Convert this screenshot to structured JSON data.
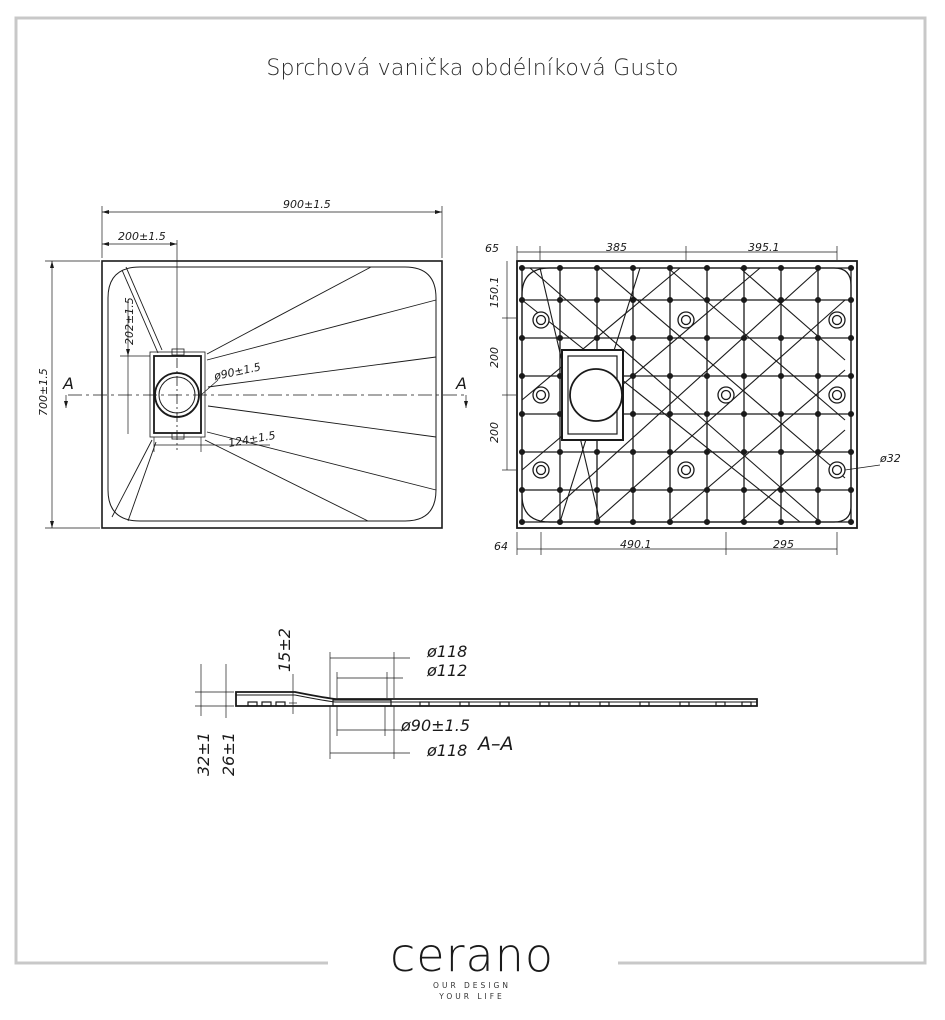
{
  "title": "Sprchová vanička obdélníková Gusto",
  "top_view": {
    "width": "900±1.5",
    "drain_offset_x": "200±1.5",
    "height": "700±1.5",
    "drain_offset_y": "202±1.5",
    "drain_diameter": "ø90±1.5",
    "drain_box": "124±1.5",
    "section_mark": "A"
  },
  "bottom_view": {
    "top_dims": [
      "65",
      "385",
      "395.1"
    ],
    "left_dims": [
      "150.1",
      "200",
      "200"
    ],
    "bottom_dims": [
      "64",
      "490.1",
      "295"
    ],
    "hole_diameter": "ø32"
  },
  "section_view": {
    "height_15": "15±2",
    "dia_118_top": "ø118",
    "dia_112": "ø112",
    "dia_90": "ø90±1.5",
    "dia_118_bottom": "ø118",
    "total_height": "32±1",
    "inner_height": "26±1",
    "label": "A–A"
  },
  "brand": {
    "name": "cerano",
    "tagline_1": "OUR DESIGN",
    "tagline_2": "YOUR LIFE"
  }
}
